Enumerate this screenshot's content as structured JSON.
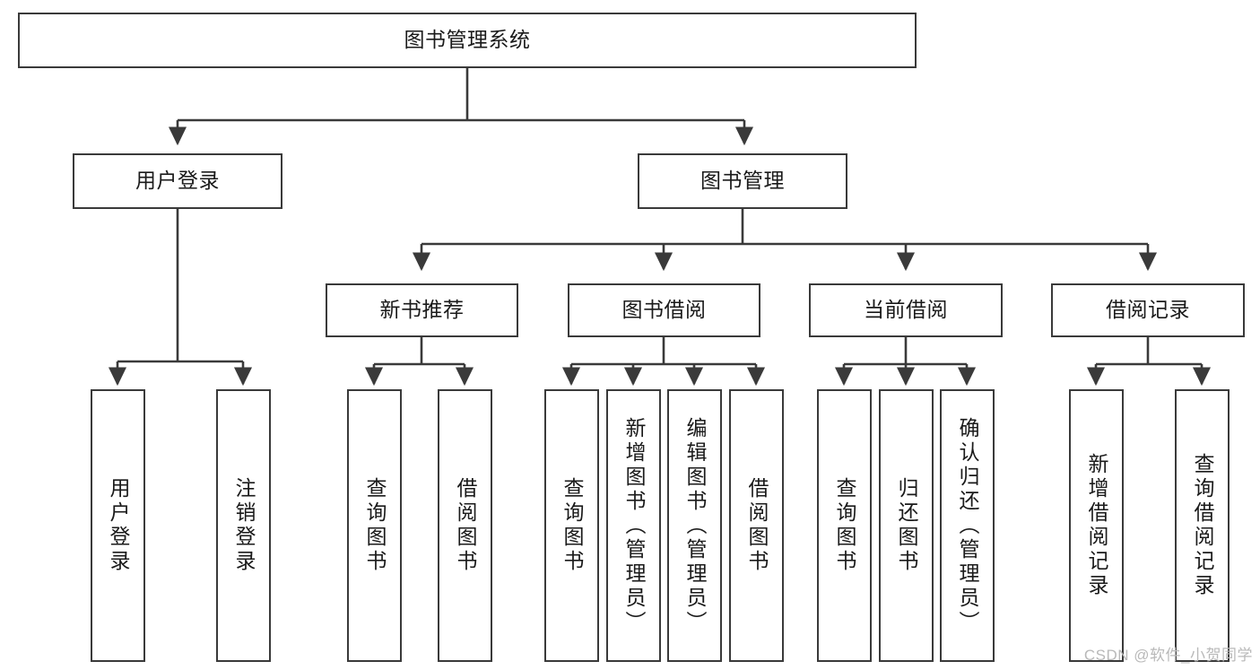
{
  "diagram": {
    "type": "tree-hierarchy-chart",
    "title": "图书管理系统",
    "background_color": "#ffffff",
    "stroke_color": "#3a3a3a",
    "text_color": "#1a1a1a",
    "watermark": "CSDN @软件_小贺同学",
    "levels": [
      {
        "level": 1,
        "nodes": [
          {
            "id": "root",
            "label": "图书管理系统",
            "orientation": "horizontal"
          }
        ]
      },
      {
        "level": 2,
        "nodes": [
          {
            "id": "user-login",
            "label": "用户登录",
            "orientation": "horizontal",
            "parent": "root"
          },
          {
            "id": "book-manage",
            "label": "图书管理",
            "orientation": "horizontal",
            "parent": "root"
          }
        ]
      },
      {
        "level": 3,
        "nodes": [
          {
            "id": "new-book-rec",
            "label": "新书推荐",
            "orientation": "horizontal",
            "parent": "book-manage"
          },
          {
            "id": "book-borrow",
            "label": "图书借阅",
            "orientation": "horizontal",
            "parent": "book-manage"
          },
          {
            "id": "current-borrow",
            "label": "当前借阅",
            "orientation": "horizontal",
            "parent": "book-manage"
          },
          {
            "id": "borrow-record",
            "label": "借阅记录",
            "orientation": "horizontal",
            "parent": "book-manage"
          }
        ]
      },
      {
        "level": 4,
        "nodes": [
          {
            "id": "leaf-user-login",
            "label": "用户登录",
            "orientation": "vertical",
            "parent": "user-login"
          },
          {
            "id": "leaf-logout",
            "label": "注销登录",
            "orientation": "vertical",
            "parent": "user-login"
          },
          {
            "id": "leaf-query-book-1",
            "label": "查询图书",
            "orientation": "vertical",
            "parent": "new-book-rec"
          },
          {
            "id": "leaf-borrow-book-1",
            "label": "借阅图书",
            "orientation": "vertical",
            "parent": "new-book-rec"
          },
          {
            "id": "leaf-query-book-2",
            "label": "查询图书",
            "orientation": "vertical",
            "parent": "book-borrow"
          },
          {
            "id": "leaf-add-book",
            "label": "新增图书（管理员）",
            "orientation": "vertical",
            "parent": "book-borrow"
          },
          {
            "id": "leaf-edit-book",
            "label": "编辑图书（管理员）",
            "orientation": "vertical",
            "parent": "book-borrow"
          },
          {
            "id": "leaf-borrow-book-2",
            "label": "借阅图书",
            "orientation": "vertical",
            "parent": "book-borrow"
          },
          {
            "id": "leaf-query-book-3",
            "label": "查询图书",
            "orientation": "vertical",
            "parent": "current-borrow"
          },
          {
            "id": "leaf-return-book",
            "label": "归还图书",
            "orientation": "vertical",
            "parent": "current-borrow"
          },
          {
            "id": "leaf-confirm-return",
            "label": "确认归还（管理员）",
            "orientation": "vertical",
            "parent": "current-borrow"
          },
          {
            "id": "leaf-add-record",
            "label": "新增借阅记录",
            "orientation": "vertical",
            "parent": "borrow-record"
          },
          {
            "id": "leaf-query-record",
            "label": "查询借阅记录",
            "orientation": "vertical",
            "parent": "borrow-record"
          }
        ]
      }
    ]
  }
}
